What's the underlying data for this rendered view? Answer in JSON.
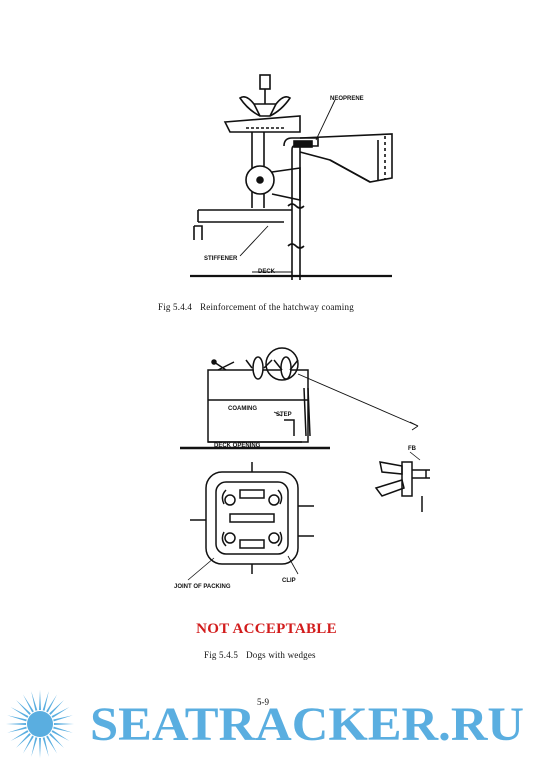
{
  "figure1": {
    "labels": {
      "neoprene": "NEOPRENE",
      "stiffener": "STIFFENER",
      "deck": "DECK"
    },
    "caption_number": "Fig 5.4.4",
    "caption_text": "Reinforcement of the hatchway coaming"
  },
  "figure2": {
    "labels": {
      "coaming": "COAMING",
      "step": "STEP",
      "deck_opening": "DECK OPENING",
      "fb": "FB",
      "joint_of_packing": "JOINT OF PACKING",
      "clip": "CLIP"
    },
    "warning": "NOT ACCEPTABLE",
    "caption_number": "Fig 5.4.5",
    "caption_text": "Dogs with wedges"
  },
  "page_number": "5-9",
  "watermark": {
    "text": "SEATRACKER.RU",
    "color": "#5aaee0",
    "icon": "sun-burst-icon"
  }
}
